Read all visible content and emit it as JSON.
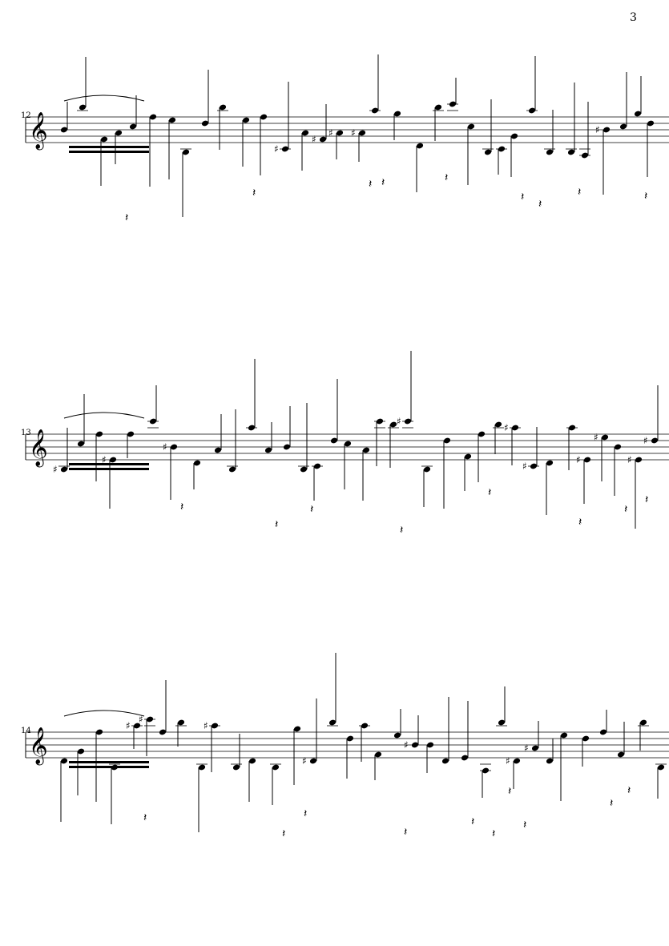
{
  "page": {
    "number": "3"
  },
  "systems": [
    {
      "measure_number": "12"
    },
    {
      "measure_number": "13"
    },
    {
      "measure_number": "14"
    }
  ]
}
